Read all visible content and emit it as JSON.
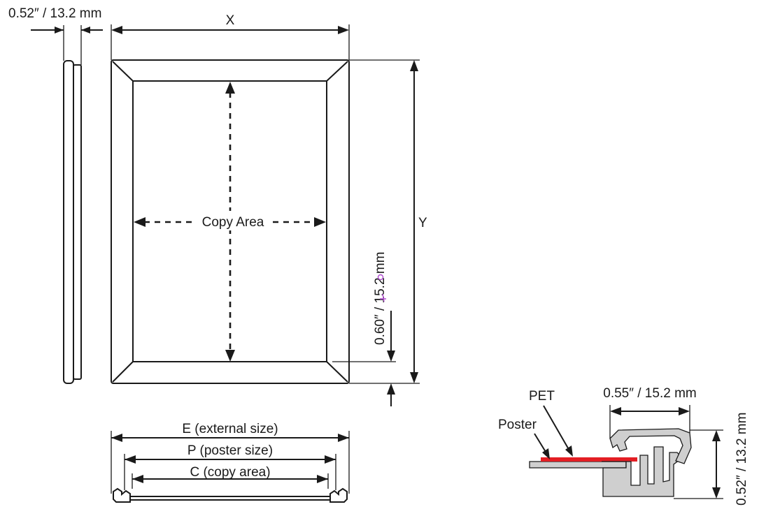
{
  "labels": {
    "depth_top": "0.52″ / 13.2 mm",
    "x_dim": "X",
    "y_dim": "Y",
    "copy_area": "Copy Area",
    "border_width": "0.60″ / 15.2 mm",
    "external_size": "E (external size)",
    "poster_size": "P (poster size)",
    "copy_area_c": "C (copy area)",
    "pet": "PET",
    "poster": "Poster",
    "profile_width": "0.55″ / 15.2 mm",
    "profile_height": "0.52″ / 13.2 mm"
  },
  "colors": {
    "line": "#1a1a1a",
    "pet_film": "#e31e24",
    "profile_fill": "#cfcfcf",
    "annotation_mark": "#b04bd0"
  }
}
